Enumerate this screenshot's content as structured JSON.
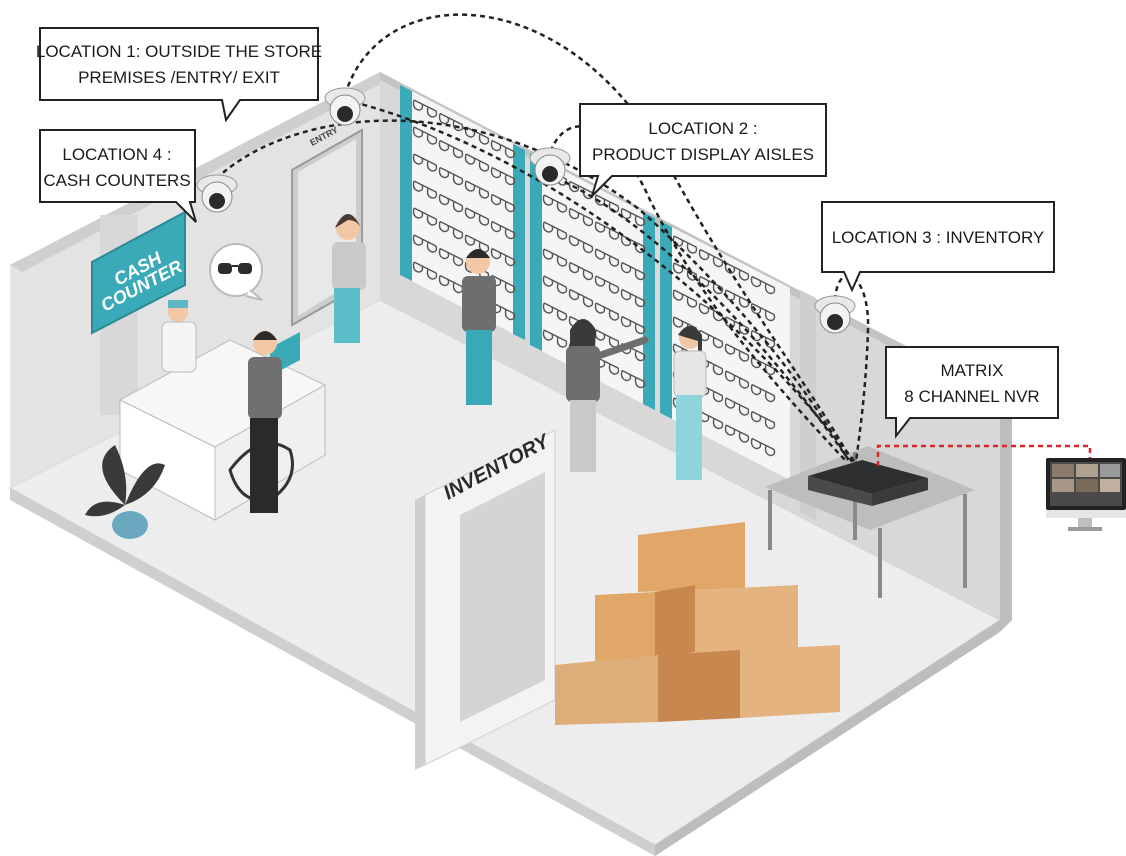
{
  "callouts": {
    "location1": {
      "line1": "LOCATION 1: OUTSIDE THE STORE",
      "line2": "PREMISES /ENTRY/ EXIT"
    },
    "location2": {
      "line1": "LOCATION 2 :",
      "line2": "PRODUCT DISPLAY AISLES"
    },
    "location3": {
      "line1": "LOCATION 3 : INVENTORY"
    },
    "location4": {
      "line1": "LOCATION 4 :",
      "line2": "CASH COUNTERS"
    },
    "nvr": {
      "line1": "MATRIX",
      "line2": "8 CHANNEL NVR"
    }
  },
  "signs": {
    "cash_counter_line1": "CASH",
    "cash_counter_line2": "COUNTER",
    "inventory": "INVENTORY",
    "entry": "ENTRY"
  },
  "colors": {
    "accent_teal": "#3aaab8",
    "wall_light": "#e6e6e6",
    "wall_mid": "#d3d3d3",
    "floor": "#ececec",
    "box": "#d9a472",
    "connection_dashed": "#222222",
    "monitor_link": "#d9262b"
  }
}
